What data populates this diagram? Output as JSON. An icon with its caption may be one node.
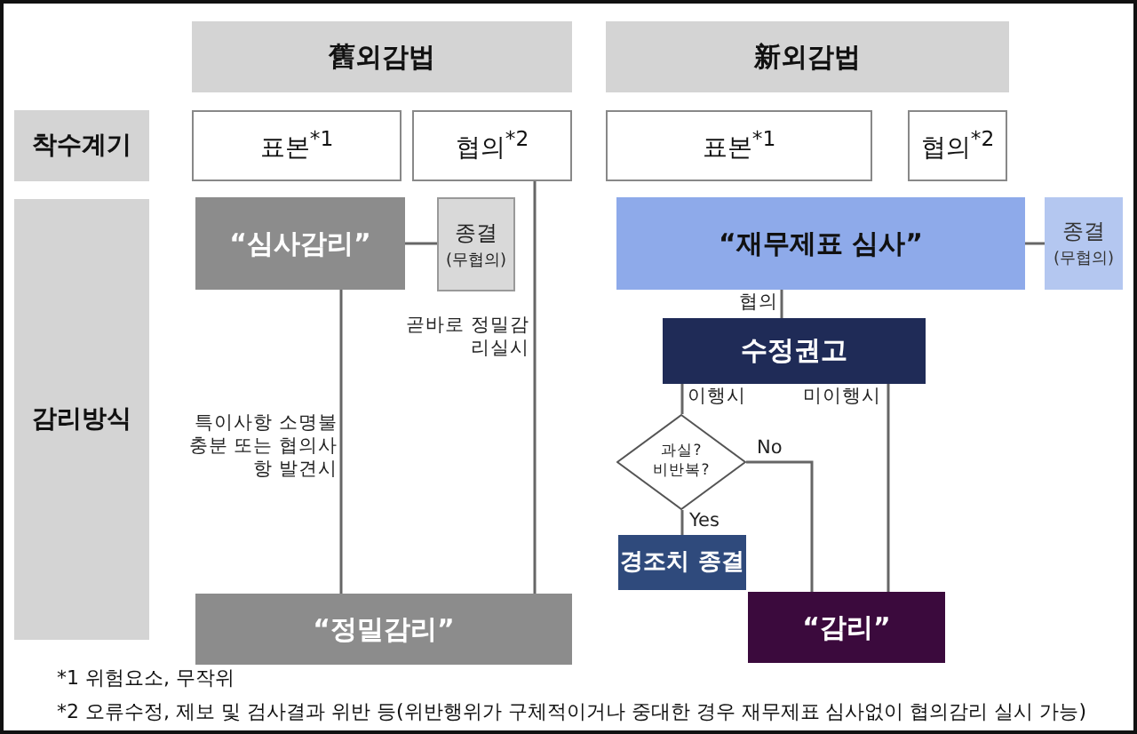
{
  "diagram": {
    "nodes": [
      {
        "text": [
          "舊외감법"
        ]
      },
      {
        "text": [
          "新외감법"
        ]
      },
      {
        "text": [
          "착수계기"
        ]
      },
      {
        "text": [
          "표본$^{*1}$"
        ]
      },
      {
        "text": [
          "협의$^{*2}$"
        ]
      },
      {
        "text": [
          "표본$^{*1}$"
        ]
      },
      {
        "text": [
          "협의$^{*2}$"
        ]
      },
      {
        "text": [
          "감리방식"
        ]
      },
      {
        "text": [
          "“심사감리”"
        ]
      },
      {
        "text": [
          "종결",
          "(무협의)"
        ]
      },
      {
        "text": [
          "“정밀감리”"
        ]
      },
      {
        "text": [
          "“재무제표 심사”"
        ]
      },
      {
        "text": [
          "종결",
          "(무협의)"
        ]
      },
      {
        "text": [
          "수정권고"
        ]
      },
      {
        "text": [
          "과실? 비반복?"
        ]
      },
      {
        "text": [
          "경조치 종결"
        ]
      },
      {
        "text": [
          "“감리”"
        ]
      }
    ],
    "edges": [
      {
        "from": 8,
        "to": 9,
        "arrow": "none"
      },
      {
        "from": 8,
        "to": 10,
        "arrow": "none",
        "label": "특이사항 소명불충분 또는 협의사항 발견시"
      },
      {
        "from": 4,
        "to": 10,
        "arrow": "none",
        "label": "곧바로 정밀감리실시"
      },
      {
        "from": 11,
        "to": 12,
        "arrow": "none"
      },
      {
        "from": 11,
        "to": 13,
        "arrow": "none",
        "label": "협의"
      },
      {
        "from": 13,
        "to": 14,
        "arrow": "none",
        "label": "이행시"
      },
      {
        "from": 13,
        "to": 16,
        "arrow": "none",
        "label": "미이행시"
      },
      {
        "from": 14,
        "to": 16,
        "arrow": "none",
        "label": "No"
      },
      {
        "from": 14,
        "to": 15,
        "arrow": "none",
        "label": "Yes"
      }
    ],
    "labels": [
      "*1 위험요소, 무작위",
      "*2 오류수정, 제보 및 검사결과 위반 등(위반행위가 구체적이거나 중대한 경우 재무제표 심사없이 협의감리 실시 가능)"
    ]
  }
}
